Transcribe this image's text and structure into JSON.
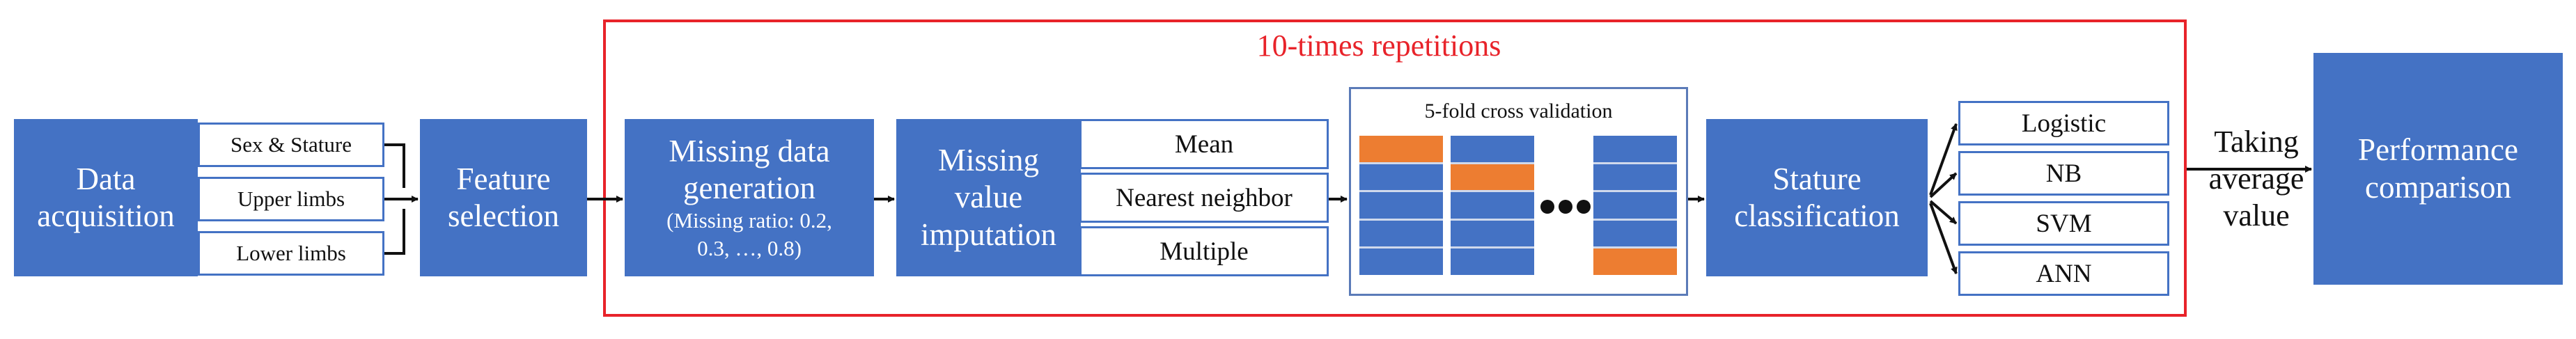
{
  "repetitions_label": "10-times repetitions",
  "data_acquisition": {
    "lines": [
      "Data",
      "acquisition"
    ]
  },
  "feature_groups": [
    "Sex & Stature",
    "Upper limbs",
    "Lower limbs"
  ],
  "feature_selection": {
    "lines": [
      "Feature",
      "selection"
    ]
  },
  "missing_generation": {
    "lines": [
      "Missing data",
      "generation"
    ],
    "ratio_lines": [
      "(Missing ratio: 0.2,",
      "0.3, …, 0.8)"
    ]
  },
  "imputation": {
    "lines": [
      "Missing",
      "value",
      "imputation"
    ],
    "methods": [
      "Mean",
      "Nearest neighbor",
      "Multiple"
    ]
  },
  "cross_validation": {
    "title": "5-fold cross validation",
    "folds": [
      {
        "test_index": 0
      },
      {
        "test_index": 1
      },
      {
        "test_index": 4
      }
    ],
    "ellipsis_icon": "ellipsis-dots"
  },
  "classification": {
    "lines": [
      "Stature",
      "classification"
    ],
    "models": [
      "Logistic",
      "NB",
      "SVM",
      "ANN"
    ]
  },
  "averaging": {
    "lines": [
      "Taking",
      "average",
      "value"
    ]
  },
  "performance": {
    "lines": [
      "Performance",
      "comparison"
    ]
  },
  "colors": {
    "box_blue": "#4472c4",
    "test_fold": "#ed7d31",
    "repeat_frame": "#e8232a"
  }
}
